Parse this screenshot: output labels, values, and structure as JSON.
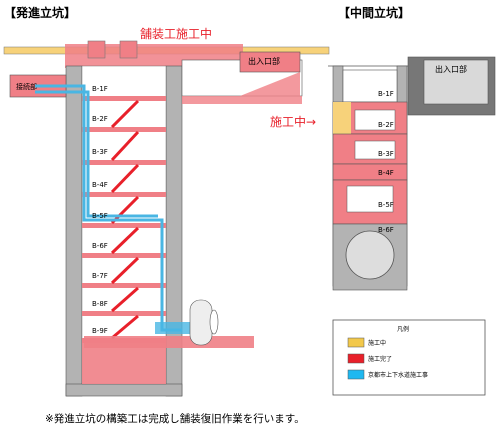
{
  "titles": {
    "launch_shaft": "【発進立坑】",
    "middle_shaft": "【中間立坑】"
  },
  "annotations": {
    "paving_in_progress": "舗装工施工中",
    "under_construction": "施工中→",
    "connection": "接続部",
    "exit_left": "出入口部",
    "exit_right": "出入口部"
  },
  "launch_floors": [
    "B-1F",
    "B-2F",
    "B-3F",
    "B-4F",
    "B-5F",
    "B-6F",
    "B-7F",
    "B-8F",
    "B-9F"
  ],
  "middle_floors": [
    "B-1F",
    "B-2F",
    "B-3F",
    "B-4F",
    "B-5F",
    "B-6F"
  ],
  "legend": {
    "title": "凡例",
    "items": [
      {
        "label": "施工中",
        "color": "#f2c84b"
      },
      {
        "label": "施工完了",
        "color": "#e8202a"
      },
      {
        "label": "京都市上下水道施工事",
        "color": "#1fb8f0"
      }
    ]
  },
  "colors": {
    "red_done": "#f07f86",
    "yellow_active": "#f7d27a",
    "concrete": "#b3b3b3",
    "dark": "#777777",
    "water": "#49b6e3"
  },
  "footnote": "※発進立坑の構築工は完成し舗装復旧作業を行います。"
}
